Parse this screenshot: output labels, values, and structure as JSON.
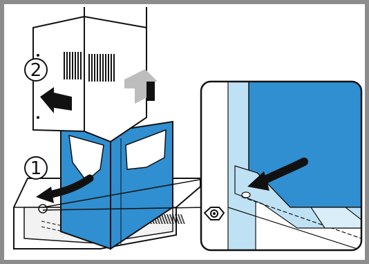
{
  "colors": {
    "frame": "#8c8c8c",
    "line": "#111111",
    "blue": "#2f8fd0",
    "light_blue": "#bfe1f4",
    "arrow_dark": "#111111",
    "arrow_grey": "#bdbdbd"
  },
  "steps": {
    "step_one": "1",
    "step_two": "2"
  },
  "icons": {
    "push_arrow": "left-pointing-black-arrow",
    "lift_arrow": "up-pointing-grey-arrow",
    "curved_arrow": "curved-arrow-left"
  }
}
